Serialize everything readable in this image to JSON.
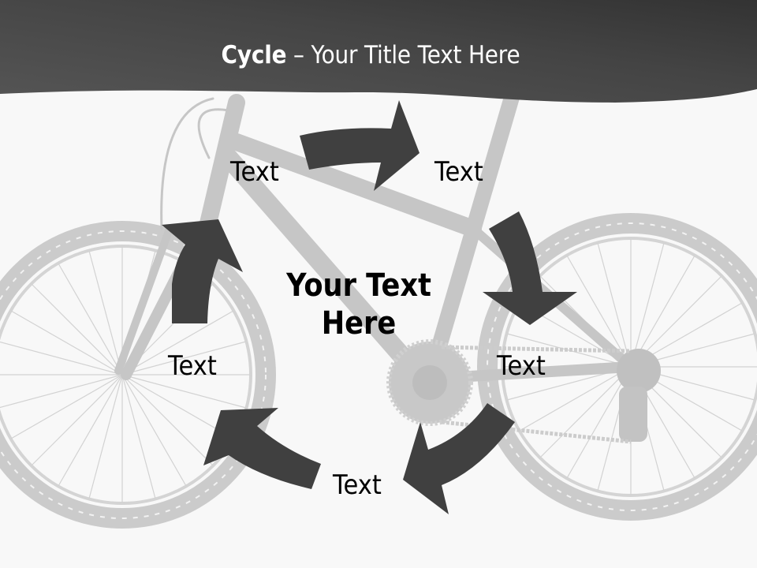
{
  "slide": {
    "title": {
      "bold": "Cycle",
      "rest": " – Your Title Text Here"
    },
    "center_text": {
      "line1": "Your Text",
      "line2": "Here"
    },
    "cycle_steps": [
      {
        "label": "Text",
        "position": "top-left"
      },
      {
        "label": "Text",
        "position": "top-right"
      },
      {
        "label": "Text",
        "position": "right"
      },
      {
        "label": "Text",
        "position": "bottom"
      },
      {
        "label": "Text",
        "position": "left"
      }
    ],
    "arrows": [
      {
        "name": "arrow-top",
        "direction": "right"
      },
      {
        "name": "arrow-right",
        "direction": "down"
      },
      {
        "name": "arrow-bottom-right",
        "direction": "down-left"
      },
      {
        "name": "arrow-bottom-left",
        "direction": "up-left"
      },
      {
        "name": "arrow-left",
        "direction": "up"
      }
    ],
    "background_image": "bicycle-silhouette",
    "colors": {
      "header_dark": "#333333",
      "header_light": "#555555",
      "arrow": "#404040",
      "bike": "#c8c8c8",
      "background": "#f8f8f8",
      "text": "#000000"
    }
  }
}
